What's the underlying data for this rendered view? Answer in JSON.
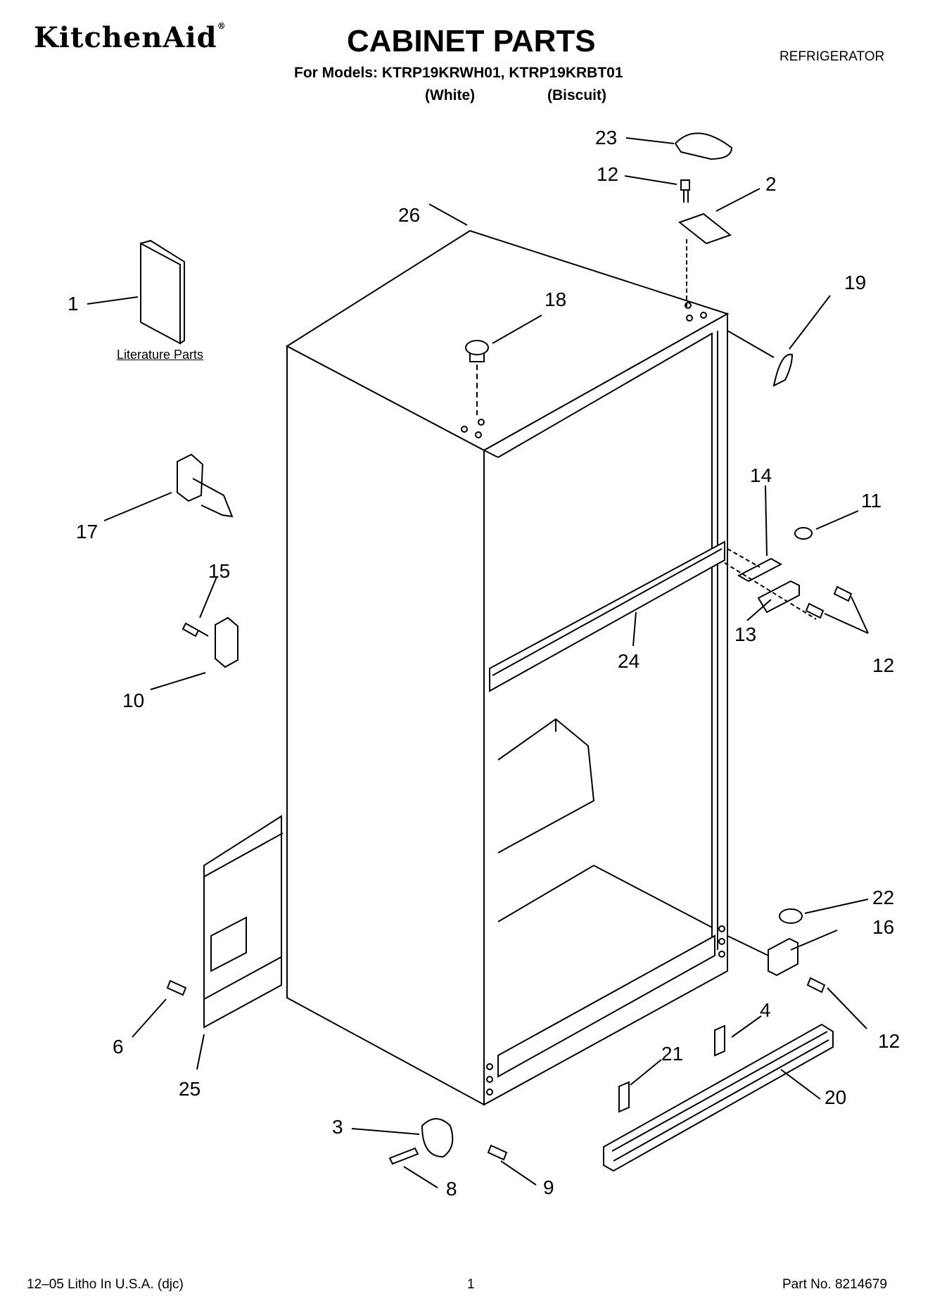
{
  "header": {
    "brand": "KitchenAid",
    "brand_mark": "®",
    "title": "CABINET PARTS",
    "models_line": "For Models: KTRP19KRWH01, KTRP19KRBT01",
    "variant_white": "(White)",
    "variant_biscuit": "(Biscuit)",
    "category": "REFRIGERATOR"
  },
  "diagram": {
    "literature_label": "Literature Parts",
    "callouts": [
      "23",
      "12",
      "2",
      "26",
      "1",
      "18",
      "19",
      "17",
      "14",
      "11",
      "15",
      "13",
      "12",
      "24",
      "10",
      "22",
      "16",
      "6",
      "4",
      "12",
      "21",
      "20",
      "25",
      "3",
      "9",
      "8"
    ]
  },
  "footer": {
    "litho": "12–05 Litho In U.S.A. (djc)",
    "page": "1",
    "part_no": "Part No. 8214679"
  }
}
